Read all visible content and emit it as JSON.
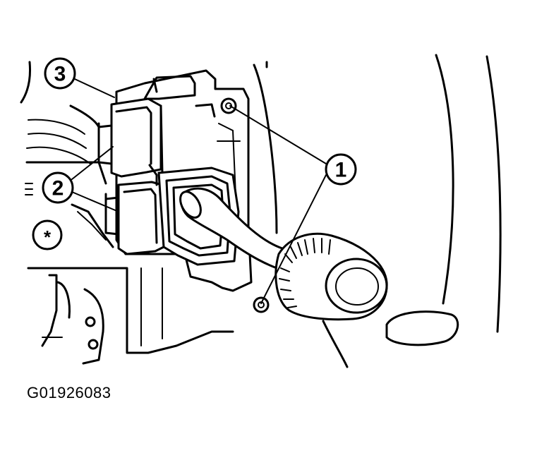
{
  "figure_code": "G01926083",
  "callouts": {
    "one": "1",
    "two": "2",
    "three": "3",
    "star": "*"
  }
}
